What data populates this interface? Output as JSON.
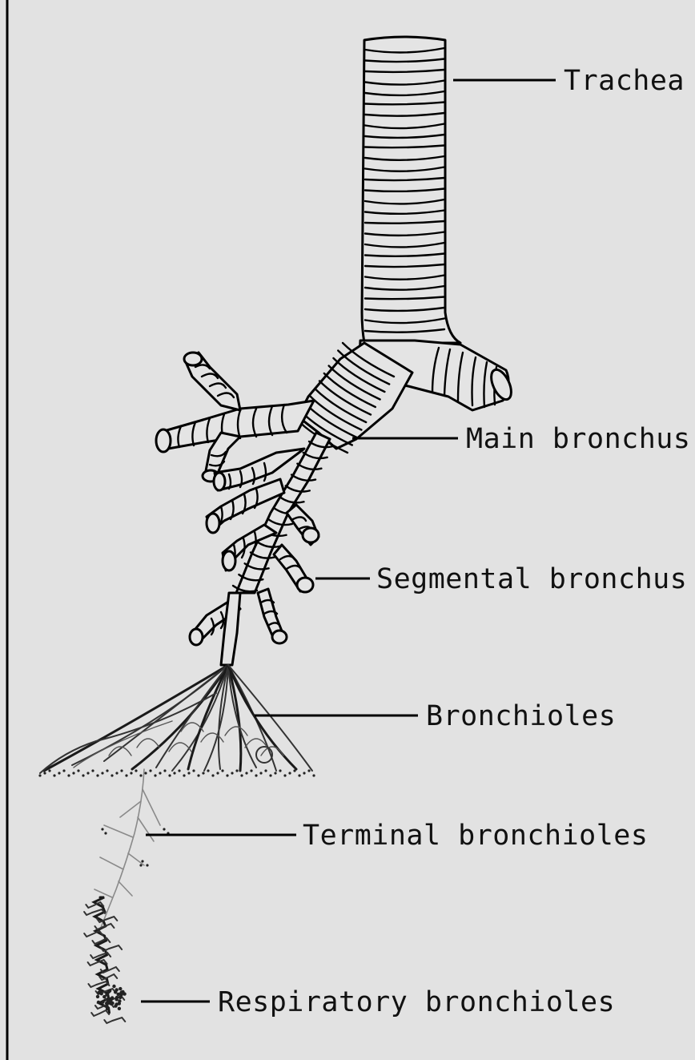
{
  "labels": {
    "trachea": "Trachea",
    "main_bronchus": "Main bronchus",
    "segmental_bronchus": "Segmental bronchus",
    "bronchioles": "Bronchioles",
    "terminal_bronchioles": "Terminal bronchioles",
    "respiratory_bronchioles": "Respiratory bronchioles"
  },
  "colors": {
    "background": "#e2e2e2",
    "ink": "#000000"
  }
}
